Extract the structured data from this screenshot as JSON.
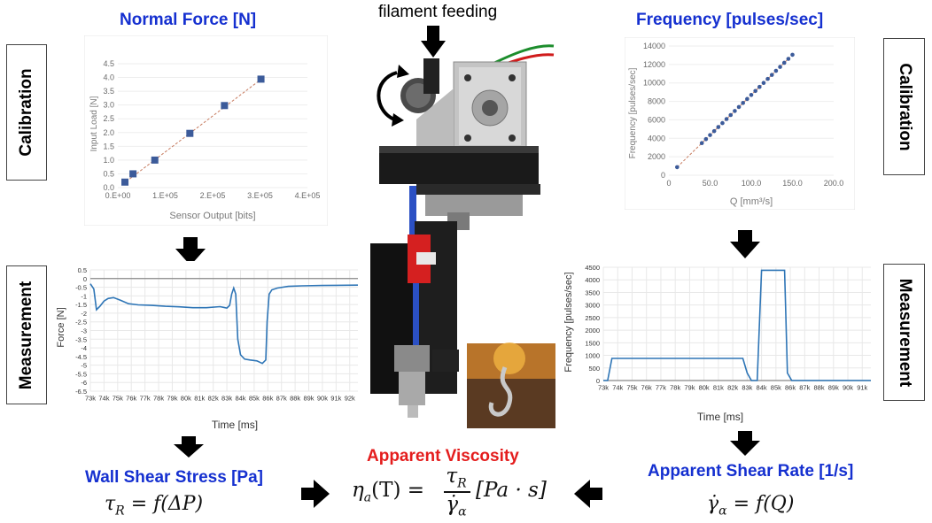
{
  "top_label": "filament feeding",
  "left": {
    "calibration_label": "Calibration",
    "measurement_label": "Measurement",
    "cal_title": "Normal Force [N]",
    "result_title": "Wall Shear Stress [Pa]",
    "result_eq_lhs": "τ",
    "result_eq_sub": "R",
    "result_eq_rhs": "= f(ΔP)"
  },
  "right": {
    "calibration_label": "Calibration",
    "measurement_label": "Measurement",
    "cal_title": "Frequency [pulses/sec]",
    "result_title": "Apparent Shear Rate [1/s]",
    "result_eq_lhs": "γ̇",
    "result_eq_sub": "α",
    "result_eq_rhs": "= f(Q)"
  },
  "center": {
    "title": "Apparent Viscosity",
    "eq_lhs": "η",
    "eq_lhs_sub": "a",
    "eq_lhs_arg": "(T) =",
    "eq_num": "τ",
    "eq_num_sub": "R",
    "eq_den": "γ̇",
    "eq_den_sub": "α",
    "eq_units": "[Pa · s]"
  },
  "colors": {
    "blue": "#1530d0",
    "red": "#e41d1d",
    "series": "#2e75b6",
    "marker": "#3c5b9a"
  },
  "chart_data": [
    {
      "id": "force_calibration",
      "type": "scatter",
      "xlabel": "Sensor Output [bits]",
      "ylabel": "Input Load [N]",
      "xlim": [
        0,
        400000
      ],
      "ylim": [
        0,
        4.5
      ],
      "xticks": [
        "0.E+00",
        "1.E+05",
        "2.E+05",
        "3.E+05",
        "4.E+05"
      ],
      "yticks": [
        "0.0",
        "0.5",
        "1.0",
        "1.5",
        "2.0",
        "2.5",
        "3.0",
        "3.5",
        "4.0",
        "4.5"
      ],
      "points": [
        [
          15000,
          0.2
        ],
        [
          32000,
          0.5
        ],
        [
          78000,
          1.0
        ],
        [
          152000,
          1.97
        ],
        [
          225000,
          2.98
        ],
        [
          302000,
          3.94
        ]
      ],
      "fit": [
        [
          10000,
          0.12
        ],
        [
          305000,
          3.97
        ]
      ]
    },
    {
      "id": "frequency_calibration",
      "type": "scatter",
      "xlabel": "Q [mm³/s]",
      "ylabel": "Frequency [pulses/sec]",
      "xlim": [
        0,
        200
      ],
      "ylim": [
        0,
        14000
      ],
      "xticks": [
        "0",
        "50.0",
        "100.0",
        "150.0",
        "200.0"
      ],
      "yticks": [
        "0",
        "2000",
        "4000",
        "6000",
        "8000",
        "10000",
        "12000",
        "14000"
      ],
      "points": [
        [
          10,
          870
        ],
        [
          40,
          3480
        ],
        [
          45,
          3910
        ],
        [
          50,
          4350
        ],
        [
          55,
          4780
        ],
        [
          60,
          5220
        ],
        [
          65,
          5650
        ],
        [
          70,
          6090
        ],
        [
          75,
          6520
        ],
        [
          80,
          6960
        ],
        [
          85,
          7390
        ],
        [
          90,
          7830
        ],
        [
          95,
          8260
        ],
        [
          100,
          8700
        ],
        [
          105,
          9130
        ],
        [
          110,
          9570
        ],
        [
          115,
          10000
        ],
        [
          120,
          10440
        ],
        [
          125,
          10870
        ],
        [
          130,
          11310
        ],
        [
          135,
          11740
        ],
        [
          140,
          12180
        ],
        [
          145,
          12610
        ],
        [
          150,
          13050
        ]
      ],
      "fit": [
        [
          10,
          870
        ],
        [
          150,
          13050
        ]
      ]
    },
    {
      "id": "force_measurement",
      "type": "line",
      "xlabel": "Time [ms]",
      "ylabel": "Force [N]",
      "xlim": [
        73000,
        92600
      ],
      "ylim": [
        -6.5,
        0.5
      ],
      "xticks": [
        "73k",
        "74k",
        "75k",
        "76k",
        "77k",
        "78k",
        "79k",
        "80k",
        "81k",
        "82k",
        "83k",
        "84k",
        "85k",
        "86k",
        "87k",
        "88k",
        "89k",
        "90k",
        "91k",
        "92k"
      ],
      "yticks": [
        "0.5",
        "0",
        "-0.5",
        "-1",
        "-1.5",
        "-2",
        "-2.5",
        "-3",
        "-3.5",
        "-4",
        "-4.5",
        "-5",
        "-5.5",
        "-6",
        "-6.5"
      ],
      "series": [
        {
          "x": [
            73000,
            73250,
            73450,
            73700,
            74000,
            74300,
            74700,
            75200,
            75800,
            76500,
            77500,
            78500,
            79500,
            80500,
            81500,
            82500,
            83000,
            83200,
            83350,
            83500,
            83650,
            83800,
            84000,
            84300,
            84700,
            85200,
            85600,
            85850,
            85950,
            86100,
            86300,
            86700,
            87500,
            88500,
            90000,
            92600
          ],
          "y": [
            -0.3,
            -0.6,
            -1.8,
            -1.6,
            -1.3,
            -1.15,
            -1.1,
            -1.25,
            -1.45,
            -1.52,
            -1.55,
            -1.6,
            -1.63,
            -1.68,
            -1.68,
            -1.62,
            -1.7,
            -1.55,
            -0.9,
            -0.55,
            -0.9,
            -3.5,
            -4.4,
            -4.65,
            -4.7,
            -4.75,
            -4.9,
            -4.7,
            -2.5,
            -0.9,
            -0.65,
            -0.55,
            -0.45,
            -0.42,
            -0.4,
            -0.38
          ]
        }
      ]
    },
    {
      "id": "frequency_measurement",
      "type": "line",
      "xlabel": "Time [ms]",
      "ylabel": "Frequency [pulses/sec]",
      "xlim": [
        73000,
        91600
      ],
      "ylim": [
        0,
        4500
      ],
      "xticks": [
        "73k",
        "74k",
        "75k",
        "76k",
        "77k",
        "78k",
        "79k",
        "80k",
        "81k",
        "82k",
        "83k",
        "84k",
        "85k",
        "86k",
        "87k",
        "88k",
        "89k",
        "90k",
        "91k"
      ],
      "yticks": [
        "0",
        "500",
        "1000",
        "1500",
        "2000",
        "2500",
        "3000",
        "3500",
        "4000",
        "4500"
      ],
      "series": [
        {
          "x": [
            73000,
            73300,
            73600,
            82700,
            83000,
            83300,
            83700,
            84000,
            85600,
            85800,
            86100,
            91600
          ],
          "y": [
            0,
            0,
            880,
            880,
            300,
            0,
            0,
            4380,
            4380,
            300,
            0,
            0
          ]
        }
      ]
    }
  ]
}
